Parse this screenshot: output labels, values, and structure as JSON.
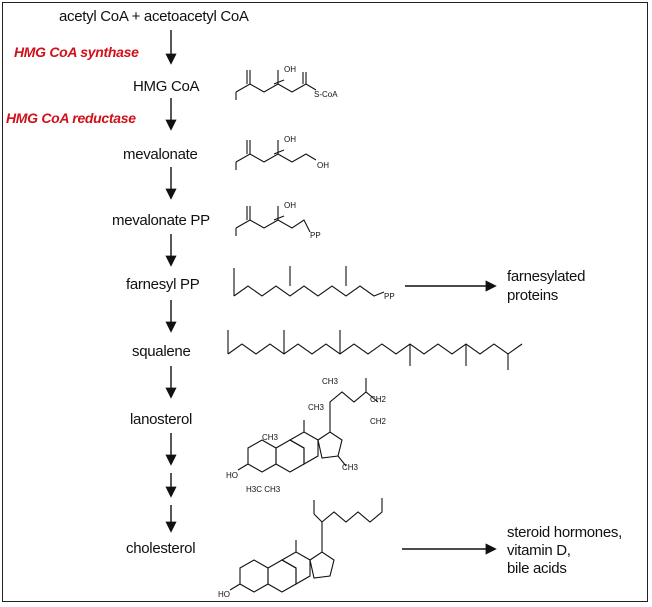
{
  "pathway": {
    "start": "acetyl CoA + acetoacetyl CoA",
    "steps": [
      {
        "label": "HMG CoA"
      },
      {
        "label": "mevalonate"
      },
      {
        "label": "mevalonate PP"
      },
      {
        "label": "farnesyl PP"
      },
      {
        "label": "squalene"
      },
      {
        "label": "lanosterol"
      },
      {
        "label": "cholesterol"
      }
    ],
    "enzymes": [
      "HMG CoA synthase",
      "HMG CoA reductase"
    ],
    "branches": {
      "farnesylated": [
        "farnesylated",
        "proteins"
      ],
      "cholesterol_products": [
        "steroid hormones,",
        "vitamin D,",
        "bile acids"
      ]
    }
  },
  "structure_labels": {
    "hmg_oh": "OH",
    "hmg_scoa": "S-CoA",
    "mev_oh1": "OH",
    "mev_oh2": "OH",
    "mevpp_oh": "OH",
    "mevpp_pp": "PP",
    "fpp_pp": "PP",
    "lano_ch3_top": "CH3",
    "lano_ch3_side": "CH3",
    "lano_ch2_a": "CH2",
    "lano_ch2_b": "CH2",
    "lano_ch3_ring": "CH3",
    "lano_ch3_d": "CH3",
    "lano_ho": "HO",
    "lano_gem": "H3C  CH3",
    "chol_ho": "HO"
  },
  "colors": {
    "enzyme": "#d0101a",
    "line": "#111111",
    "border": "#222222"
  }
}
